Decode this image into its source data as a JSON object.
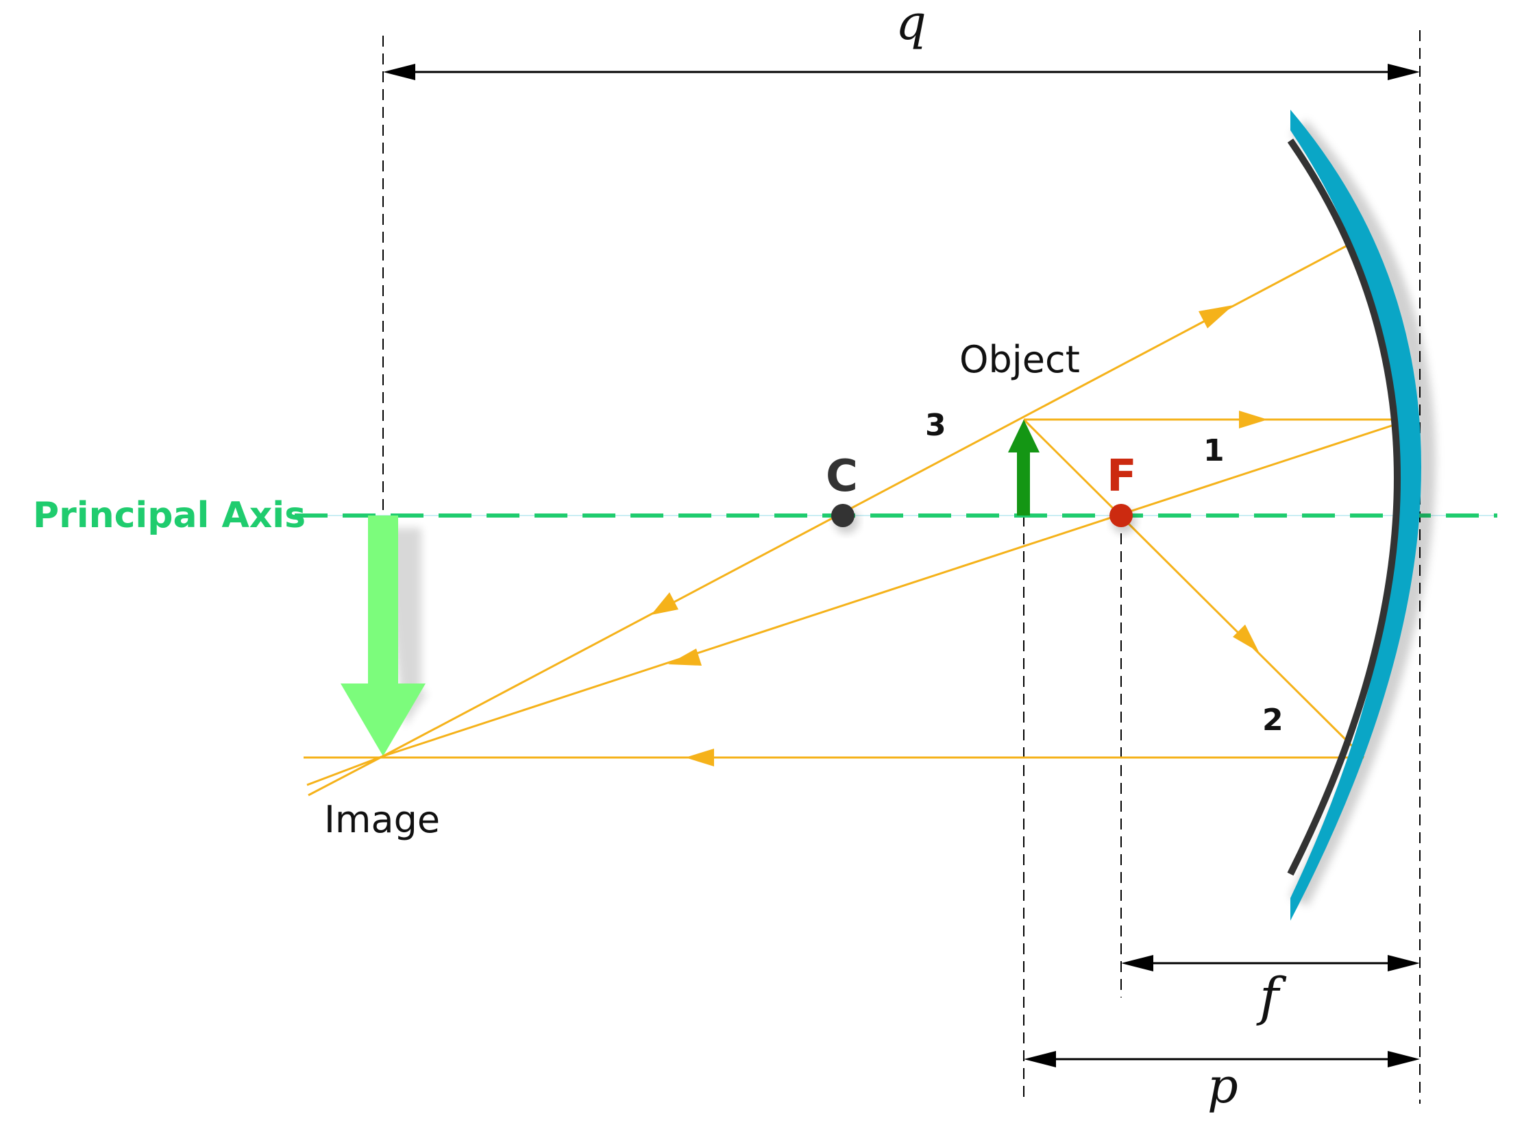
{
  "labels": {
    "principal_axis": "Principal Axis",
    "object": "Object",
    "image": "Image",
    "center_of_curvature": "C",
    "focal_point": "F",
    "ray_1": "1",
    "ray_2": "2",
    "ray_3": "3",
    "image_distance": "q",
    "focal_length": "f",
    "object_distance": "p"
  },
  "colors": {
    "principal_axis": "#1fcc6e",
    "ray": "#f5b21a",
    "mirror": "#0aa6c6",
    "mirror_back": "#333333",
    "object_arrow": "#149614",
    "image_arrow": "#7cfc7c",
    "center_point": "#333333",
    "focal_point": "#cc2a10",
    "dimension": "#000000"
  },
  "icons": {
    "object_arrow": "arrow-up-icon",
    "image_arrow": "arrow-down-icon"
  }
}
